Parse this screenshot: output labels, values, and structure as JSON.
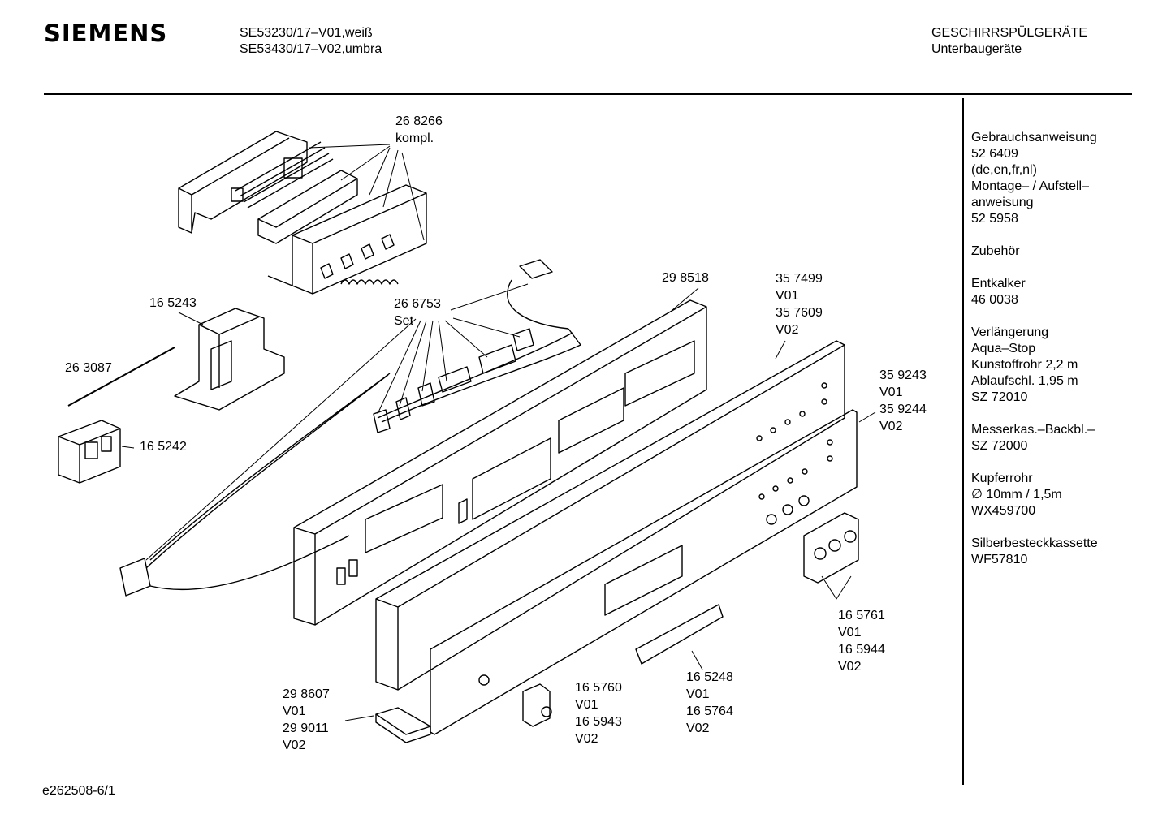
{
  "header": {
    "brand": "SIEMENS",
    "models": [
      "SE53230/17–V01,weiß",
      "SE53430/17–V02,umbra"
    ],
    "category": [
      "GESCHIRRSPÜLGERÄTE",
      "Unterbaugeräte"
    ]
  },
  "sidebar": {
    "blocks": [
      [
        "Gebrauchsanweisung",
        "52 6409",
        "(de,en,fr,nl)",
        "Montage– / Aufstell–",
        "anweisung",
        "52 5958"
      ],
      [
        "Zubehör"
      ],
      [
        "Entkalker",
        "46 0038"
      ],
      [
        "Verlängerung",
        "Aqua–Stop",
        "Kunstoffrohr 2,2 m",
        "Ablaufschl. 1,95 m",
        "SZ 72010"
      ],
      [
        "Messerkas.–Backbl.–",
        "SZ 72000"
      ],
      [
        "Kupferrohr",
        "∅ 10mm / 1,5m",
        "WX459700"
      ],
      [
        "Silberbesteckkassette",
        "WF57810"
      ]
    ]
  },
  "parts": {
    "p268266": [
      "26 8266",
      "kompl."
    ],
    "p165243": [
      "16 5243"
    ],
    "p263087": [
      "26 3087"
    ],
    "p165242": [
      "16 5242"
    ],
    "p266753": [
      "26 6753",
      "Set"
    ],
    "p298518": [
      "29 8518"
    ],
    "p357499": [
      "35 7499",
      "V01",
      "35 7609",
      "V02"
    ],
    "p359243": [
      "35 9243",
      "V01",
      "35 9244",
      "V02"
    ],
    "p165761": [
      "16 5761",
      "V01",
      "16 5944",
      "V02"
    ],
    "p165248": [
      "16 5248",
      "V01",
      "16 5764",
      "V02"
    ],
    "p165760": [
      "16 5760",
      "V01",
      "16 5943",
      "V02"
    ],
    "p298607": [
      "29 8607",
      "V01",
      "29 9011",
      "V02"
    ]
  },
  "footer": {
    "code": "e262508-6/1"
  }
}
